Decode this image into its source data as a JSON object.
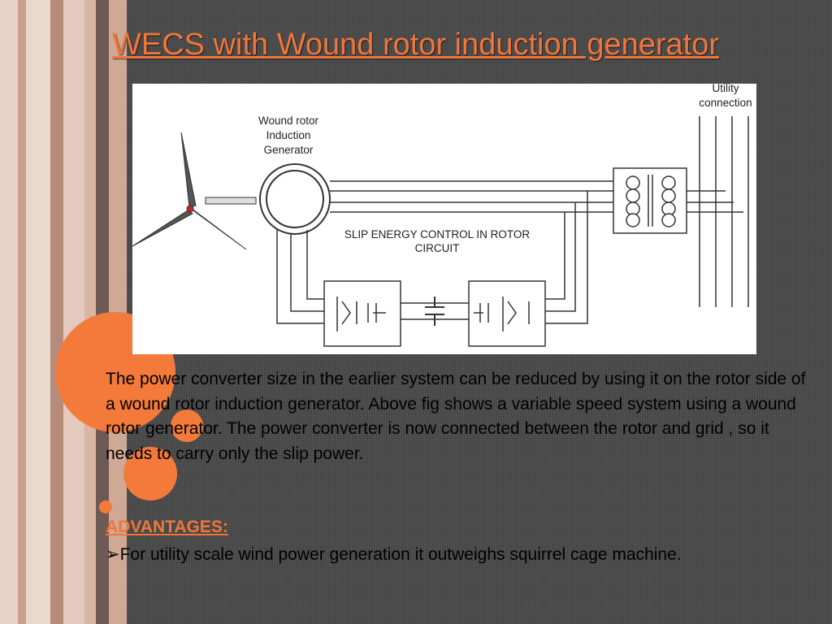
{
  "slide": {
    "title": "WECS with Wound rotor induction generator",
    "diagram": {
      "generator_label_1": "Wound rotor",
      "generator_label_2": "Induction",
      "generator_label_3": "Generator",
      "utility_label_1": "Utility",
      "utility_label_2": "connection",
      "slip_label_1": "SLIP ENERGY CONTROL IN ROTOR",
      "slip_label_2": "CIRCUIT"
    },
    "body": "The power converter size in the earlier system can be reduced by using it on the rotor side of a wound rotor induction generator. Above fig shows a variable speed system using a wound rotor generator. The power converter is now connected between the rotor and grid , so it needs to carry only the slip power.",
    "advantages_heading": "ADVANTAGES:",
    "advantages": [
      "For utility scale wind power generation it outweighs squirrel cage machine."
    ],
    "bullet_symbol": "➢"
  },
  "colors": {
    "accent": "#f47a3c",
    "background": "#4a4a4a",
    "title": "#f0763a"
  }
}
